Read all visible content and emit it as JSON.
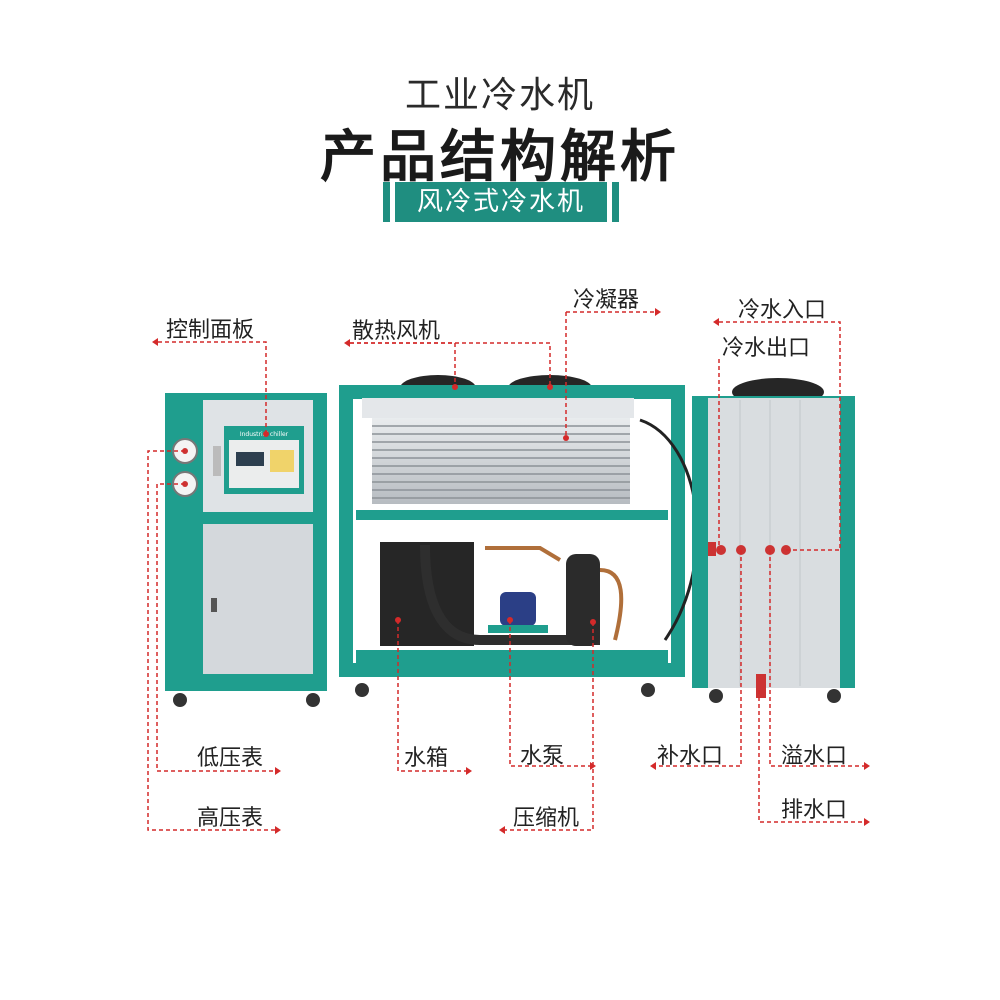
{
  "header": {
    "subtitle": "工业冷水机",
    "title": "产品结构解析",
    "badge": "风冷式冷水机"
  },
  "labels": {
    "control_panel": "控制面板",
    "fan": "散热风机",
    "condenser": "冷凝器",
    "chilled_water_inlet": "冷水入口",
    "chilled_water_outlet": "冷水出口",
    "low_pressure_gauge": "低压表",
    "high_pressure_gauge": "高压表",
    "water_tank": "水箱",
    "water_pump": "水泵",
    "compressor": "压缩机",
    "refill_port": "补水口",
    "overflow_port": "溢水口",
    "drain_port": "排水口"
  },
  "panel_screen_text": "Industrial chiller",
  "colors": {
    "teal": "#1f9e8e",
    "badge": "#1f8e80",
    "callout_red": "#d42a2a",
    "panel_grey": "#d9dde0"
  }
}
